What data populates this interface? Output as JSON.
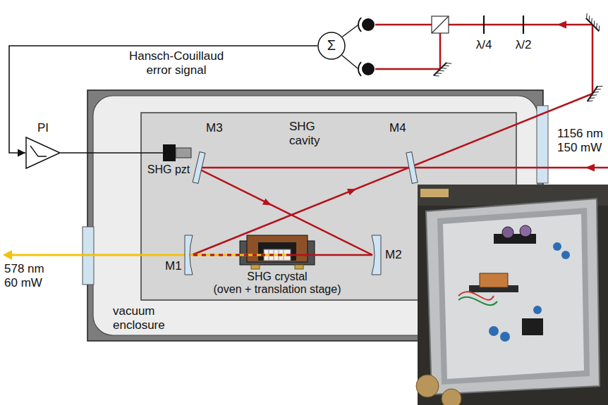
{
  "diagram": {
    "nodes": [
      {
        "text": [
          "Σ"
        ]
      },
      {
        "text": [
          "PI"
        ]
      },
      {
        "text": [
          "vacuum enclosure"
        ]
      },
      {
        "text": [
          "SHG cavity"
        ],
        "in": 2
      },
      {
        "text": [
          "SHG pzt"
        ],
        "in": 3
      },
      {
        "text": [
          "SHG crystal",
          "(oven + translation stage)"
        ],
        "in": 3
      }
    ],
    "edges": [
      {
        "from": 0,
        "to": 1,
        "arrow": "to",
        "label": "Hansch-Couillaud error signal"
      },
      {
        "from": 1,
        "to": 4,
        "arrow": "none"
      }
    ],
    "labels": [
      "λ/4",
      "λ/2",
      "1156 nm 150 mW",
      "M3",
      "M4",
      "M1",
      "M2",
      "578 nm 60 mW"
    ]
  }
}
